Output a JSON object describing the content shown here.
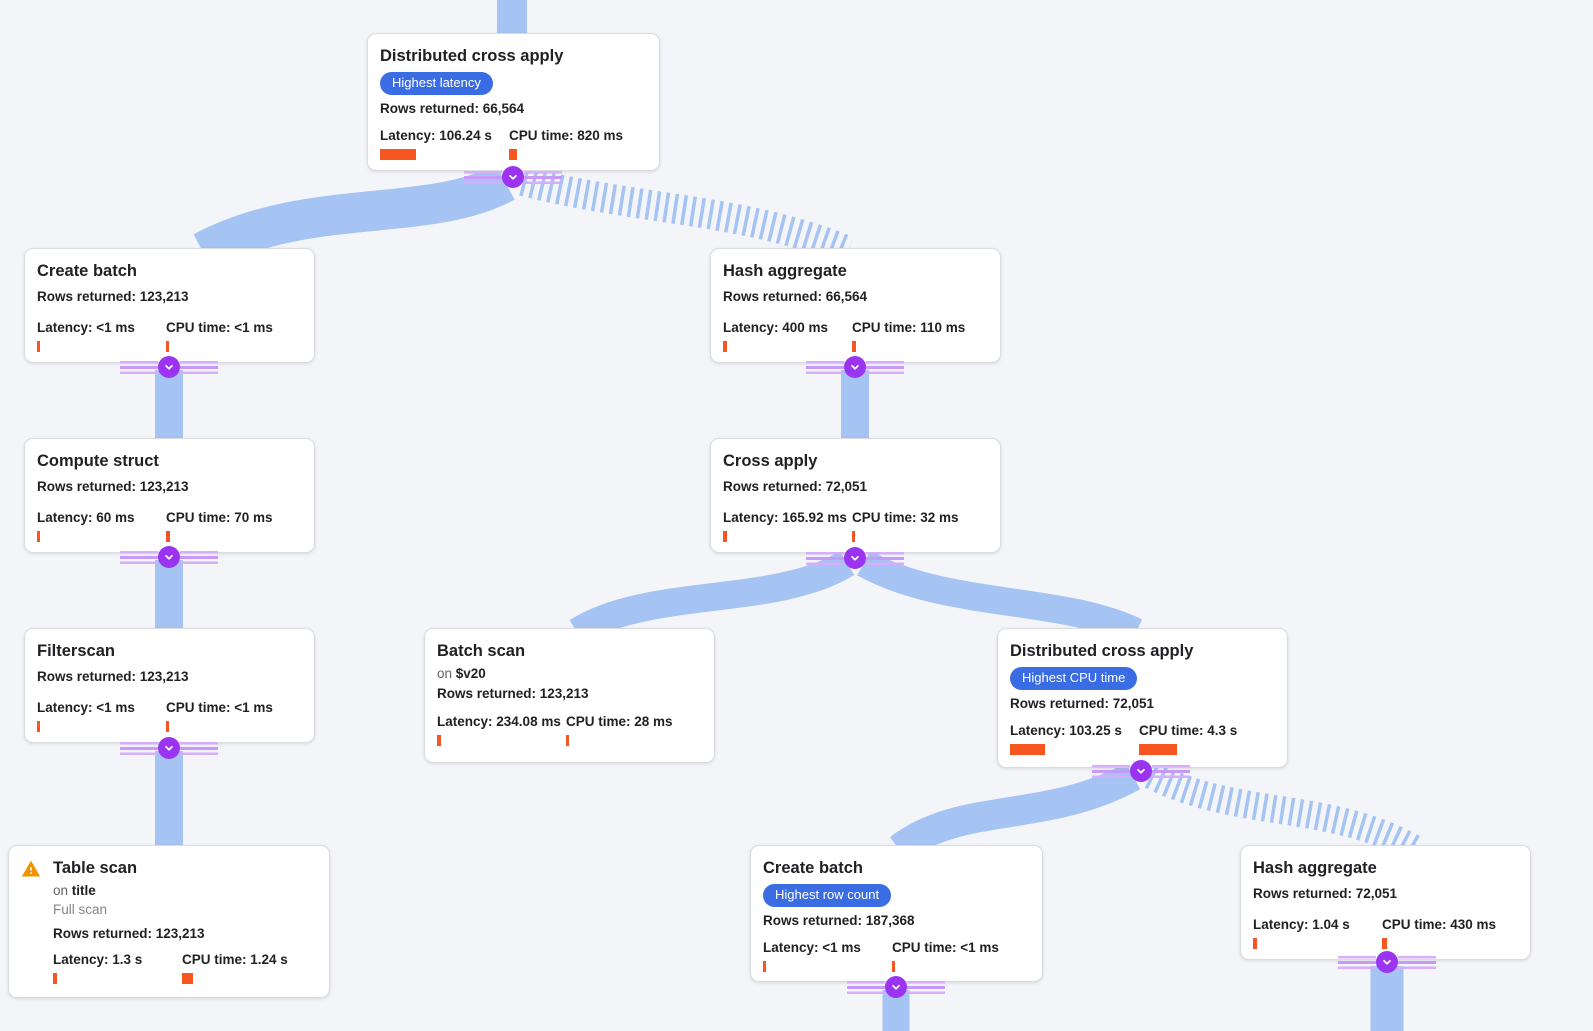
{
  "app": {
    "name": "query-execution-plan-visualizer"
  },
  "labels": {
    "rows_prefix": "Rows returned: ",
    "latency_prefix": "Latency: ",
    "cpu_prefix": "CPU time: ",
    "on_prefix": "on "
  },
  "colors": {
    "edge": "#a5c3f3",
    "badge": "#3a6de4",
    "metric_bar": "#f85620",
    "connector": "#9b34f0",
    "warning": "#f09300",
    "background": "#f3f5f9"
  },
  "nodes": [
    {
      "title": "Distributed cross apply",
      "badge": "Highest latency",
      "rows": "66,564",
      "latency": "106.24 s",
      "cpu": "820 ms",
      "latency_bar": "36px",
      "cpu_bar": "8px"
    },
    {
      "title": "Create batch",
      "rows": "123,213",
      "latency": "<1 ms",
      "cpu": "<1 ms",
      "latency_bar": "3px",
      "cpu_bar": "3px"
    },
    {
      "title": "Hash aggregate",
      "rows": "66,564",
      "latency": "400 ms",
      "cpu": "110 ms",
      "latency_bar": "4px",
      "cpu_bar": "4px"
    },
    {
      "title": "Compute struct",
      "rows": "123,213",
      "latency": "60 ms",
      "cpu": "70 ms",
      "latency_bar": "3px",
      "cpu_bar": "4px"
    },
    {
      "title": "Cross apply",
      "rows": "72,051",
      "latency": "165.92 ms",
      "cpu": "32 ms",
      "latency_bar": "4px",
      "cpu_bar": "3px"
    },
    {
      "title": "Filterscan",
      "rows": "123,213",
      "latency": "<1 ms",
      "cpu": "<1 ms",
      "latency_bar": "3px",
      "cpu_bar": "3px"
    },
    {
      "title": "Batch scan",
      "on": "$v20",
      "rows": "123,213",
      "latency": "234.08 ms",
      "cpu": "28 ms",
      "latency_bar": "4px",
      "cpu_bar": "3px"
    },
    {
      "title": "Distributed cross apply",
      "badge": "Highest CPU time",
      "rows": "72,051",
      "latency": "103.25 s",
      "cpu": "4.3 s",
      "latency_bar": "35px",
      "cpu_bar": "38px"
    },
    {
      "title": "Table scan",
      "on": "title",
      "note": "Full scan",
      "rows": "123,213",
      "latency": "1.3 s",
      "cpu": "1.24 s",
      "latency_bar": "4px",
      "cpu_bar": "11px"
    },
    {
      "title": "Create batch",
      "badge": "Highest row count",
      "rows": "187,368",
      "latency": "<1 ms",
      "cpu": "<1 ms",
      "latency_bar": "3px",
      "cpu_bar": "3px"
    },
    {
      "title": "Hash aggregate",
      "rows": "72,051",
      "latency": "1.04 s",
      "cpu": "430 ms",
      "latency_bar": "4px",
      "cpu_bar": "5px"
    }
  ]
}
